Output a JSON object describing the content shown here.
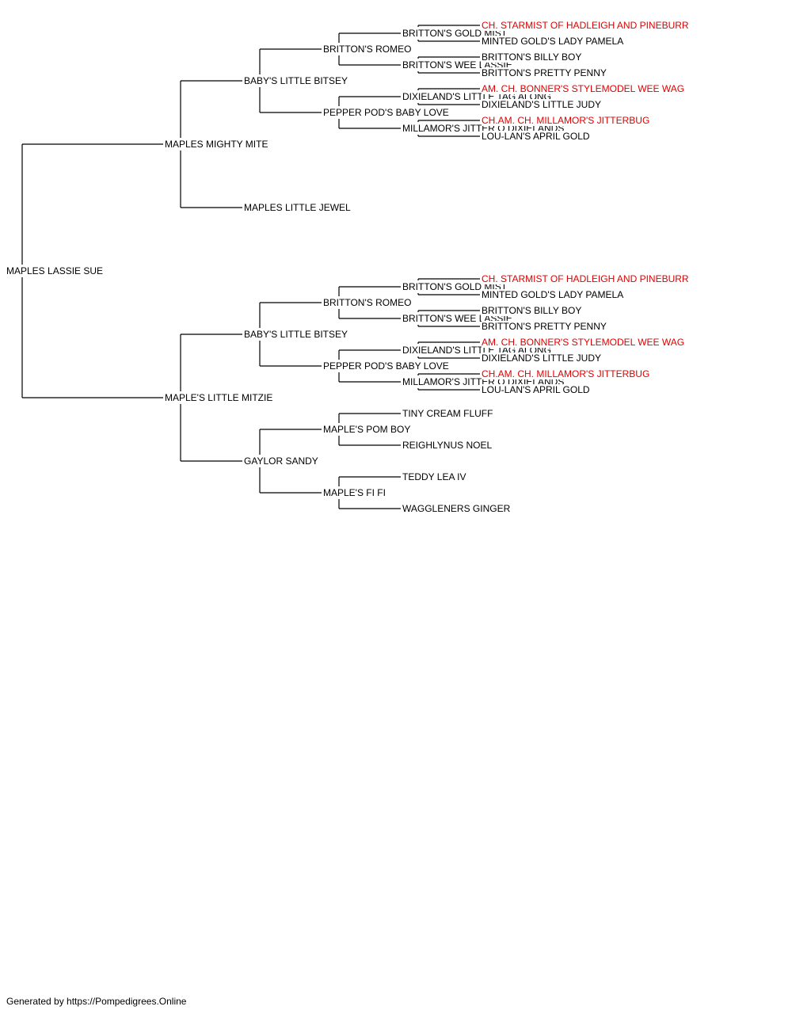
{
  "pedigree": {
    "name": "MAPLES LASSIE SUE",
    "sire": {
      "name": "MAPLES MIGHTY MITE",
      "sire": {
        "name": "BABY'S LITTLE BITSEY",
        "sire": {
          "name": "BRITTON'S ROMEO",
          "sire": {
            "name": "BRITTON'S GOLD MIST",
            "sire": {
              "name": "CH. STARMIST OF HADLEIGH AND PINEBURR",
              "champion": true
            },
            "dam": {
              "name": "MINTED GOLD'S LADY PAMELA"
            }
          },
          "dam": {
            "name": "BRITTON'S WEE LASSIE",
            "sire": {
              "name": "BRITTON'S BILLY BOY"
            },
            "dam": {
              "name": "BRITTON'S PRETTY PENNY"
            }
          }
        },
        "dam": {
          "name": "PEPPER POD'S BABY LOVE",
          "sire": {
            "name": "DIXIELAND'S LITTLE TAG ALONG",
            "sire": {
              "name": "AM. CH. BONNER'S STYLEMODEL WEE WAG",
              "champion": true
            },
            "dam": {
              "name": "DIXIELAND'S LITTLE JUDY"
            }
          },
          "dam": {
            "name": "MILLAMOR'S JITTER O DIXIELANDS",
            "sire": {
              "name": "CH.AM. CH. MILLAMOR'S JITTERBUG",
              "champion": true
            },
            "dam": {
              "name": "LOU-LAN'S APRIL GOLD"
            }
          }
        }
      },
      "dam": {
        "name": "MAPLES LITTLE JEWEL"
      }
    },
    "dam": {
      "name": "MAPLE'S LITTLE MITZIE",
      "sire": {
        "name": "BABY'S LITTLE BITSEY",
        "sire": {
          "name": "BRITTON'S ROMEO",
          "sire": {
            "name": "BRITTON'S GOLD MIST",
            "sire": {
              "name": "CH. STARMIST OF HADLEIGH AND PINEBURR",
              "champion": true
            },
            "dam": {
              "name": "MINTED GOLD'S LADY PAMELA"
            }
          },
          "dam": {
            "name": "BRITTON'S WEE LASSIE",
            "sire": {
              "name": "BRITTON'S BILLY BOY"
            },
            "dam": {
              "name": "BRITTON'S PRETTY PENNY"
            }
          }
        },
        "dam": {
          "name": "PEPPER POD'S BABY LOVE",
          "sire": {
            "name": "DIXIELAND'S LITTLE TAG ALONG",
            "sire": {
              "name": "AM. CH. BONNER'S STYLEMODEL WEE WAG",
              "champion": true
            },
            "dam": {
              "name": "DIXIELAND'S LITTLE JUDY"
            }
          },
          "dam": {
            "name": "MILLAMOR'S JITTER O DIXIELANDS",
            "sire": {
              "name": "CH.AM. CH. MILLAMOR'S JITTERBUG",
              "champion": true
            },
            "dam": {
              "name": "LOU-LAN'S APRIL GOLD"
            }
          }
        }
      },
      "dam": {
        "name": "GAYLOR SANDY",
        "sire": {
          "name": "MAPLE'S POM BOY",
          "sire": {
            "name": "TINY CREAM FLUFF"
          },
          "dam": {
            "name": "REIGHLYNUS NOEL"
          }
        },
        "dam": {
          "name": "MAPLE'S FI FI",
          "sire": {
            "name": "TEDDY LEA IV"
          },
          "dam": {
            "name": "WAGGLENERS GINGER"
          }
        }
      }
    }
  },
  "colors": {
    "champion": "#e00000",
    "text": "#000000",
    "line": "#000000"
  },
  "footer": "Generated by https://Pompedigrees.Online"
}
